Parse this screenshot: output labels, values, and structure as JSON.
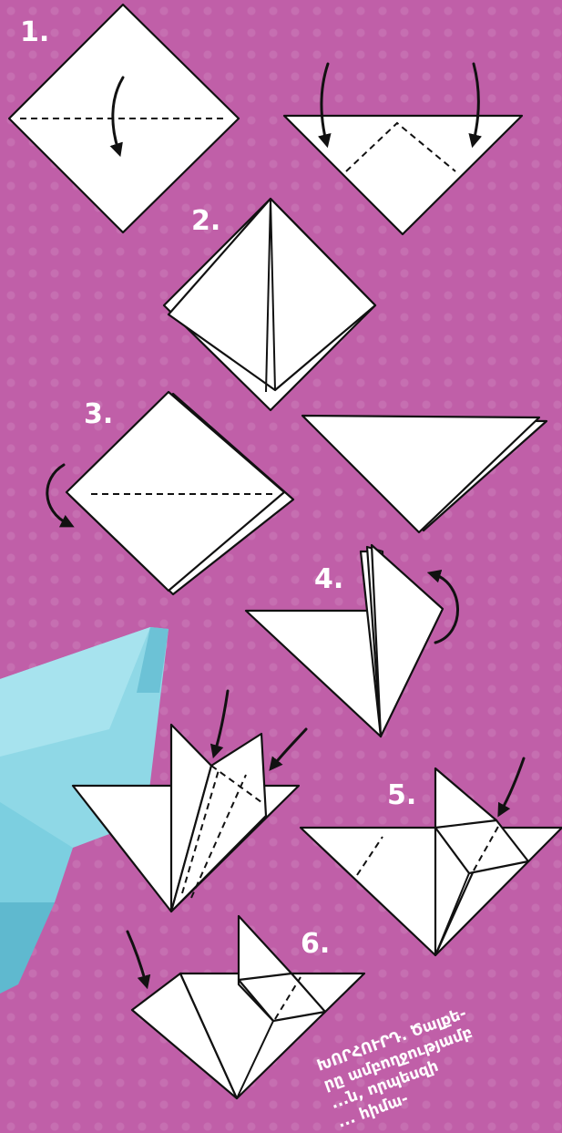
{
  "steps": [
    {
      "number": "1."
    },
    {
      "number": "2."
    },
    {
      "number": "3."
    },
    {
      "number": "4."
    },
    {
      "number": "5."
    },
    {
      "number": "6."
    }
  ],
  "tip": {
    "line1": "ԽՈՐՀՈՒՐԴ. Ծալքե-",
    "line2": "րը ամբողջությամբ",
    "line3": "...ն, որպեսզի",
    "line4": "... հիմա-"
  },
  "colors": {
    "background": "#c05fa8",
    "paper": "#ffffff",
    "outline": "#111111",
    "photo_crane": "#8fd8e6"
  },
  "icons": [
    "fold-arrow-icon",
    "curved-arrow-icon"
  ]
}
